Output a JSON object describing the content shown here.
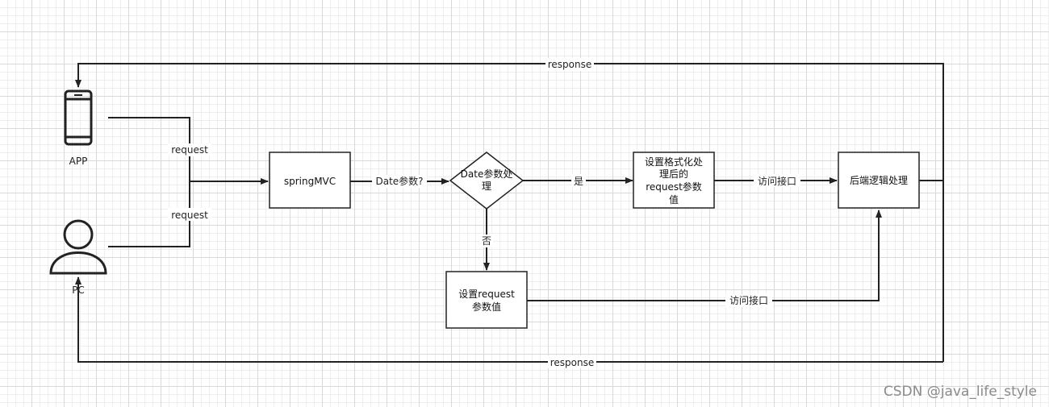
{
  "nodes": {
    "app": "APP",
    "pc": "PC",
    "springmvc": "springMVC",
    "decision_line1": "Date参数处",
    "decision_line2": "理",
    "format_line1": "设置格式化处",
    "format_line2": "理后的",
    "format_line3": "request参数",
    "format_line4": "值",
    "set_line1": "设置request",
    "set_line2": "参数值",
    "backend": "后端逻辑处理"
  },
  "edges": {
    "request_app": "request",
    "request_pc": "request",
    "date_param": "Date参数?",
    "yes": "是",
    "no": "否",
    "access_top": "访问接口",
    "access_bottom": "访问接口",
    "response_top": "response",
    "response_bottom": "response"
  },
  "watermark": "CSDN @java_life_style"
}
